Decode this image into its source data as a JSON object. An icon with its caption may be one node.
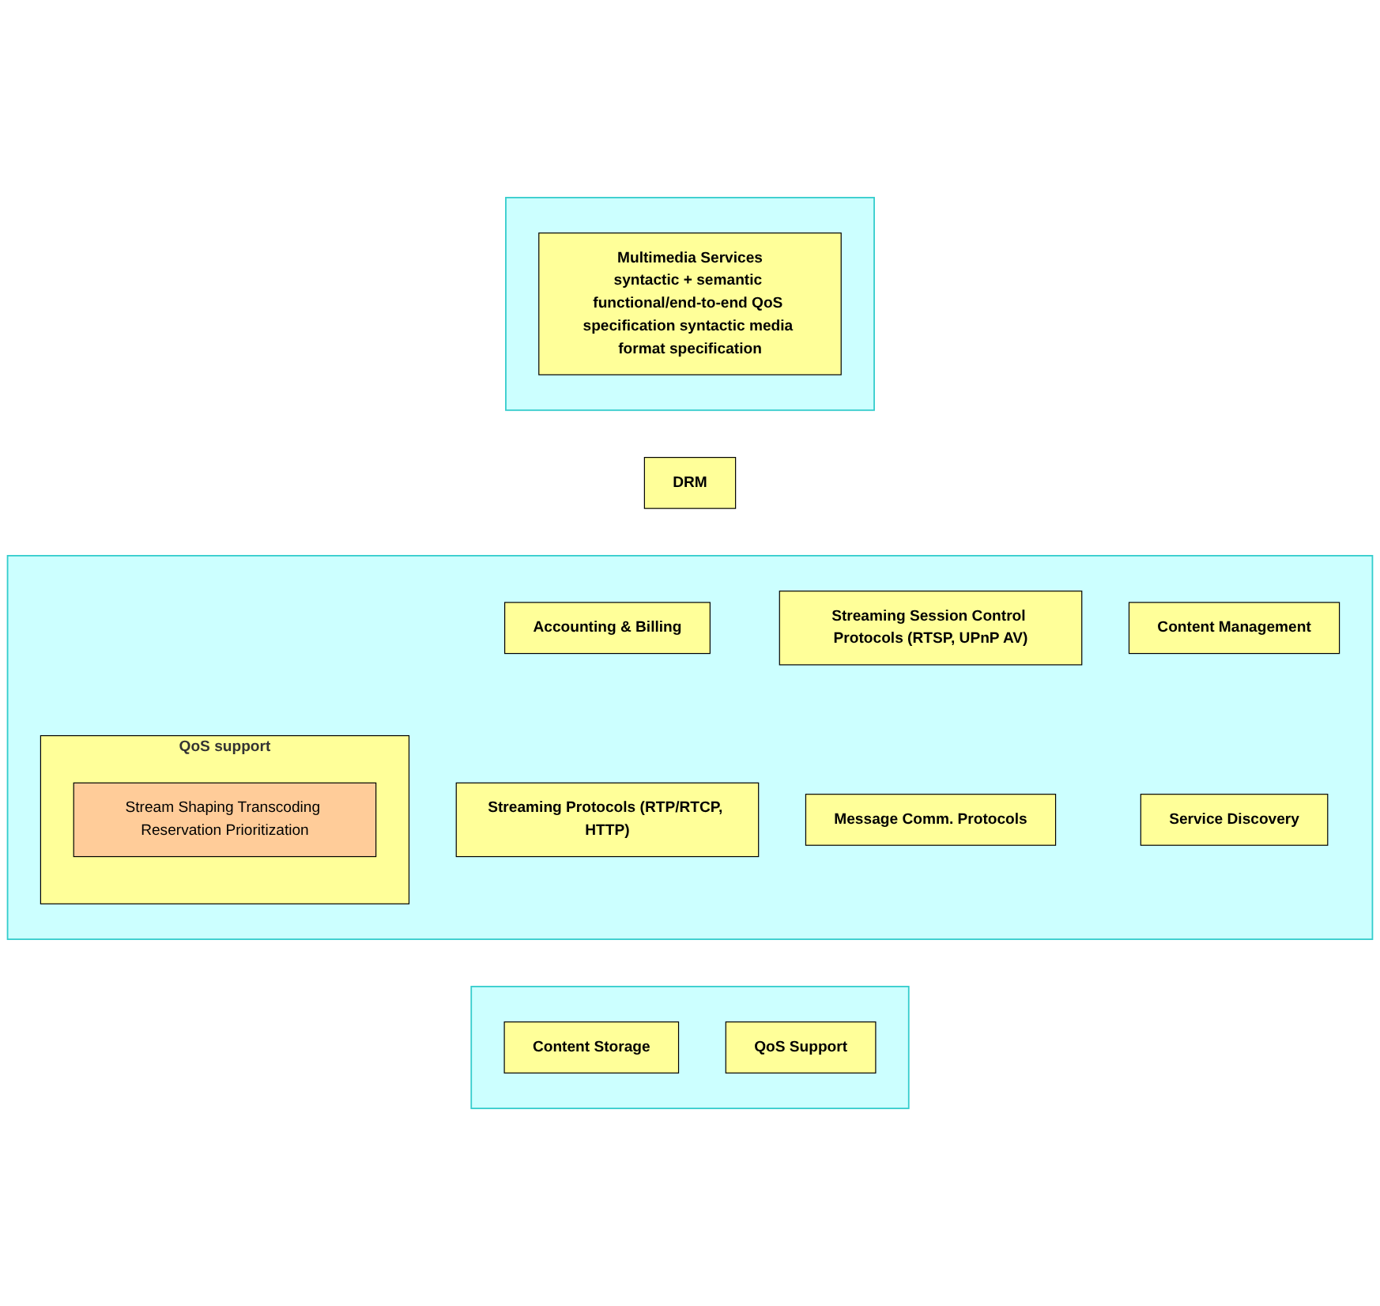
{
  "diagram": {
    "nodes": [
      {
        "text": [],
        "shape": "box"
      },
      {
        "text": [
          "Multimedia Services",
          "syntactic + semantic functional/end-to-end QoS specification syntactic media format specification"
        ],
        "in": 0
      },
      {
        "text": [
          "DRM"
        ]
      },
      {
        "text": [],
        "shape": "box"
      },
      {
        "text": [
          "Accounting & Billing"
        ],
        "in": 3
      },
      {
        "text": [
          "Streaming Protocols (RTP/RTCP, HTTP)"
        ],
        "in": 3
      },
      {
        "text": [
          "Streaming Session Control Protocols (RTSP, UPnP AV)"
        ],
        "in": 3
      },
      {
        "text": [
          "Content Management"
        ],
        "in": 3
      },
      {
        "text": [
          "Service Discovery"
        ],
        "in": 3
      },
      {
        "text": [
          "Message Comm. Protocols"
        ],
        "in": 3
      },
      {
        "text": [
          "QoS support"
        ],
        "in": 3
      },
      {
        "text": [
          "Stream Shaping Transcoding Reservation Prioritization"
        ],
        "in": 10
      },
      {
        "text": [],
        "shape": "box"
      },
      {
        "text": [
          "Content Storage"
        ],
        "in": 12
      },
      {
        "text": [
          "QoS Support"
        ],
        "in": 12
      }
    ],
    "edges": []
  }
}
